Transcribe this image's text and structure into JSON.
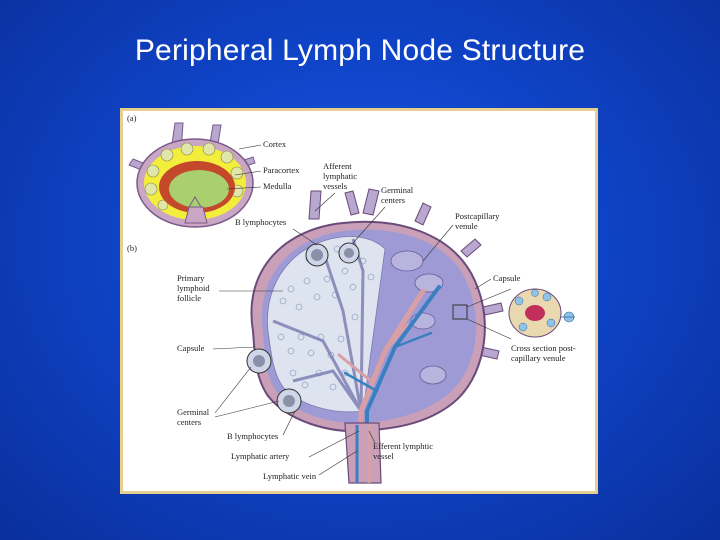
{
  "slide": {
    "title": "Peripheral Lymph Node Structure"
  },
  "figure": {
    "panel_a_marker": "(a)",
    "panel_b_marker": "(b)",
    "labels": {
      "cortex": "Cortex",
      "paracortex": "Paracortex",
      "medulla": "Medulla",
      "afferent_1": "Afferent",
      "afferent_2": "lymphatic",
      "afferent_3": "vessels",
      "germinal_top_1": "Germinal",
      "germinal_top_2": "centers",
      "postcapillary_1": "Postcapillary",
      "postcapillary_2": "venule",
      "b_lymph_top": "B lymphocytes",
      "primary_1": "Primary",
      "primary_2": "lymphoid",
      "primary_3": "follicle",
      "capsule_right": "Capsule",
      "capsule_left": "Capsule",
      "cross_1": "Cross section post-",
      "cross_2": "capillary venule",
      "germinal_bottom_1": "Germinal",
      "germinal_bottom_2": "centers",
      "b_lymph_bottom": "B lymphocytes",
      "lymphatic_artery": "Lymphatic artery",
      "lymphatic_vein": "Lymphatic vein",
      "efferent_1": "Efferent lymphtic",
      "efferent_2": "vessel"
    }
  }
}
